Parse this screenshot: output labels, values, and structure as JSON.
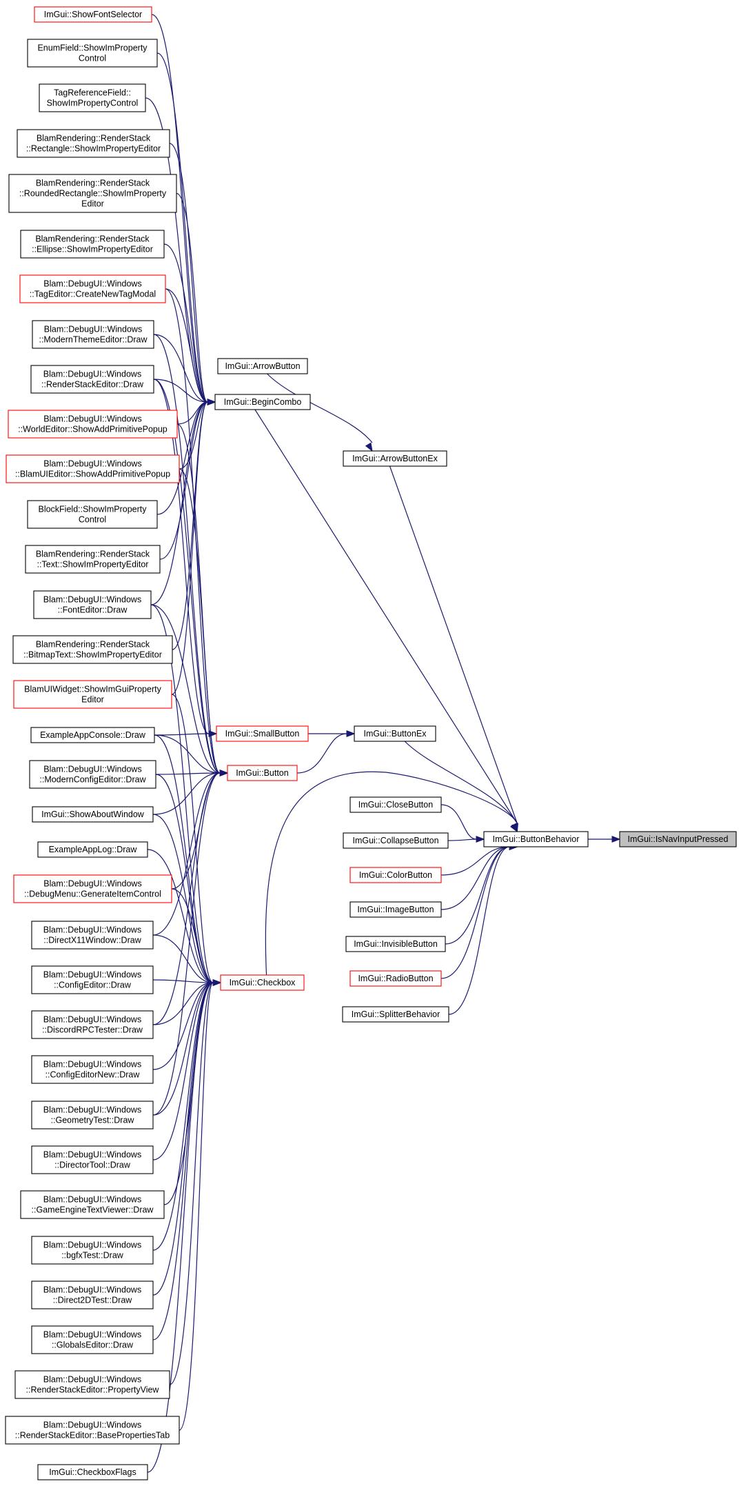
{
  "nodes": [
    {
      "id": "show_font_selector",
      "lines": [
        "ImGui::ShowFontSelector"
      ],
      "red": true
    },
    {
      "id": "enum_field",
      "lines": [
        "EnumField::ShowImProperty",
        "Control"
      ]
    },
    {
      "id": "tag_reference_field",
      "lines": [
        "TagReferenceField::",
        "ShowImPropertyControl"
      ]
    },
    {
      "id": "rectangle_editor",
      "lines": [
        "BlamRendering::RenderStack",
        "::Rectangle::ShowImPropertyEditor"
      ]
    },
    {
      "id": "rounded_rectangle_editor",
      "lines": [
        "BlamRendering::RenderStack",
        "::RoundedRectangle::ShowImProperty",
        "Editor"
      ]
    },
    {
      "id": "ellipse_editor",
      "lines": [
        "BlamRendering::RenderStack",
        "::Ellipse::ShowImPropertyEditor"
      ]
    },
    {
      "id": "create_new_tag_modal",
      "lines": [
        "Blam::DebugUI::Windows",
        "::TagEditor::CreateNewTagModal"
      ],
      "red": true
    },
    {
      "id": "modern_theme_editor",
      "lines": [
        "Blam::DebugUI::Windows",
        "::ModernThemeEditor::Draw"
      ]
    },
    {
      "id": "render_stack_editor_draw",
      "lines": [
        "Blam::DebugUI::Windows",
        "::RenderStackEditor::Draw"
      ]
    },
    {
      "id": "world_editor_popup",
      "lines": [
        "Blam::DebugUI::Windows",
        "::WorldEditor::ShowAddPrimitivePopup"
      ],
      "red": true
    },
    {
      "id": "blamui_editor_popup",
      "lines": [
        "Blam::DebugUI::Windows",
        "::BlamUIEditor::ShowAddPrimitivePopup"
      ],
      "red": true
    },
    {
      "id": "block_field",
      "lines": [
        "BlockField::ShowImProperty",
        "Control"
      ]
    },
    {
      "id": "text_editor",
      "lines": [
        "BlamRendering::RenderStack",
        "::Text::ShowImPropertyEditor"
      ]
    },
    {
      "id": "font_editor",
      "lines": [
        "Blam::DebugUI::Windows",
        "::FontEditor::Draw"
      ]
    },
    {
      "id": "bitmap_text_editor",
      "lines": [
        "BlamRendering::RenderStack",
        "::BitmapText::ShowImPropertyEditor"
      ]
    },
    {
      "id": "blamui_widget",
      "lines": [
        "BlamUIWidget::ShowImGuiProperty",
        "Editor"
      ],
      "red": true
    },
    {
      "id": "example_app_console",
      "lines": [
        "ExampleAppConsole::Draw"
      ]
    },
    {
      "id": "modern_config_editor",
      "lines": [
        "Blam::DebugUI::Windows",
        "::ModernConfigEditor::Draw"
      ]
    },
    {
      "id": "show_about_window",
      "lines": [
        "ImGui::ShowAboutWindow"
      ]
    },
    {
      "id": "example_app_log",
      "lines": [
        "ExampleAppLog::Draw"
      ]
    },
    {
      "id": "debug_menu",
      "lines": [
        "Blam::DebugUI::Windows",
        "::DebugMenu::GenerateItemControl"
      ],
      "red": true
    },
    {
      "id": "directx11_window",
      "lines": [
        "Blam::DebugUI::Windows",
        "::DirectX11Window::Draw"
      ]
    },
    {
      "id": "config_editor",
      "lines": [
        "Blam::DebugUI::Windows",
        "::ConfigEditor::Draw"
      ]
    },
    {
      "id": "discord_rpc_tester",
      "lines": [
        "Blam::DebugUI::Windows",
        "::DiscordRPCTester::Draw"
      ]
    },
    {
      "id": "config_editor_new",
      "lines": [
        "Blam::DebugUI::Windows",
        "::ConfigEditorNew::Draw"
      ]
    },
    {
      "id": "geometry_test",
      "lines": [
        "Blam::DebugUI::Windows",
        "::GeometryTest::Draw"
      ]
    },
    {
      "id": "director_tool",
      "lines": [
        "Blam::DebugUI::Windows",
        "::DirectorTool::Draw"
      ]
    },
    {
      "id": "game_engine_text_viewer",
      "lines": [
        "Blam::DebugUI::Windows",
        "::GameEngineTextViewer::Draw"
      ]
    },
    {
      "id": "bgfx_test",
      "lines": [
        "Blam::DebugUI::Windows",
        "::bgfxTest::Draw"
      ]
    },
    {
      "id": "direct2d_test",
      "lines": [
        "Blam::DebugUI::Windows",
        "::Direct2DTest::Draw"
      ]
    },
    {
      "id": "globals_editor",
      "lines": [
        "Blam::DebugUI::Windows",
        "::GlobalsEditor::Draw"
      ]
    },
    {
      "id": "property_view",
      "lines": [
        "Blam::DebugUI::Windows",
        "::RenderStackEditor::PropertyView"
      ]
    },
    {
      "id": "base_properties_tab",
      "lines": [
        "Blam::DebugUI::Windows",
        "::RenderStackEditor::BasePropertiesTab"
      ]
    },
    {
      "id": "checkbox_flags",
      "lines": [
        "ImGui::CheckboxFlags"
      ]
    },
    {
      "id": "arrow_button",
      "lines": [
        "ImGui::ArrowButton"
      ]
    },
    {
      "id": "begin_combo",
      "lines": [
        "ImGui::BeginCombo"
      ]
    },
    {
      "id": "small_button",
      "lines": [
        "ImGui::SmallButton"
      ],
      "red": true
    },
    {
      "id": "button",
      "lines": [
        "ImGui::Button"
      ],
      "red": true
    },
    {
      "id": "checkbox",
      "lines": [
        "ImGui::Checkbox"
      ],
      "red": true
    },
    {
      "id": "arrow_button_ex",
      "lines": [
        "ImGui::ArrowButtonEx"
      ]
    },
    {
      "id": "button_ex",
      "lines": [
        "ImGui::ButtonEx"
      ]
    },
    {
      "id": "close_button",
      "lines": [
        "ImGui::CloseButton"
      ]
    },
    {
      "id": "collapse_button",
      "lines": [
        "ImGui::CollapseButton"
      ]
    },
    {
      "id": "color_button",
      "lines": [
        "ImGui::ColorButton"
      ],
      "red": true
    },
    {
      "id": "image_button",
      "lines": [
        "ImGui::ImageButton"
      ]
    },
    {
      "id": "invisible_button",
      "lines": [
        "ImGui::InvisibleButton"
      ]
    },
    {
      "id": "radio_button",
      "lines": [
        "ImGui::RadioButton"
      ],
      "red": true
    },
    {
      "id": "splitter_behavior",
      "lines": [
        "ImGui::SplitterBehavior"
      ]
    },
    {
      "id": "button_behavior",
      "lines": [
        "ImGui::ButtonBehavior"
      ]
    },
    {
      "id": "is_nav_input_pressed",
      "lines": [
        "ImGui::IsNavInputPressed"
      ],
      "highlight": true
    }
  ],
  "edges": [
    [
      "show_font_selector",
      "begin_combo"
    ],
    [
      "enum_field",
      "begin_combo"
    ],
    [
      "tag_reference_field",
      "begin_combo"
    ],
    [
      "rectangle_editor",
      "begin_combo"
    ],
    [
      "rounded_rectangle_editor",
      "begin_combo"
    ],
    [
      "ellipse_editor",
      "begin_combo"
    ],
    [
      "create_new_tag_modal",
      "begin_combo"
    ],
    [
      "modern_theme_editor",
      "begin_combo"
    ],
    [
      "render_stack_editor_draw",
      "begin_combo"
    ],
    [
      "world_editor_popup",
      "begin_combo"
    ],
    [
      "blamui_editor_popup",
      "begin_combo"
    ],
    [
      "block_field",
      "begin_combo"
    ],
    [
      "text_editor",
      "begin_combo"
    ],
    [
      "font_editor",
      "begin_combo"
    ],
    [
      "bitmap_text_editor",
      "begin_combo"
    ],
    [
      "blamui_widget",
      "begin_combo"
    ],
    [
      "create_new_tag_modal",
      "button"
    ],
    [
      "modern_theme_editor",
      "button"
    ],
    [
      "render_stack_editor_draw",
      "button"
    ],
    [
      "world_editor_popup",
      "button"
    ],
    [
      "blamui_editor_popup",
      "button"
    ],
    [
      "font_editor",
      "button"
    ],
    [
      "example_app_console",
      "button"
    ],
    [
      "modern_config_editor",
      "button"
    ],
    [
      "show_about_window",
      "button"
    ],
    [
      "debug_menu",
      "button"
    ],
    [
      "directx11_window",
      "button"
    ],
    [
      "discord_rpc_tester",
      "button"
    ],
    [
      "geometry_test",
      "button"
    ],
    [
      "render_stack_editor_draw",
      "small_button"
    ],
    [
      "example_app_console",
      "small_button"
    ],
    [
      "font_editor",
      "checkbox"
    ],
    [
      "blamui_widget",
      "checkbox"
    ],
    [
      "example_app_console",
      "checkbox"
    ],
    [
      "modern_config_editor",
      "checkbox"
    ],
    [
      "show_about_window",
      "checkbox"
    ],
    [
      "example_app_log",
      "checkbox"
    ],
    [
      "debug_menu",
      "checkbox"
    ],
    [
      "directx11_window",
      "checkbox"
    ],
    [
      "config_editor",
      "checkbox"
    ],
    [
      "discord_rpc_tester",
      "checkbox"
    ],
    [
      "config_editor_new",
      "checkbox"
    ],
    [
      "geometry_test",
      "checkbox"
    ],
    [
      "director_tool",
      "checkbox"
    ],
    [
      "game_engine_text_viewer",
      "checkbox"
    ],
    [
      "bgfx_test",
      "checkbox"
    ],
    [
      "direct2d_test",
      "checkbox"
    ],
    [
      "globals_editor",
      "checkbox"
    ],
    [
      "property_view",
      "checkbox"
    ],
    [
      "base_properties_tab",
      "checkbox"
    ],
    [
      "checkbox_flags",
      "checkbox"
    ],
    [
      "arrow_button",
      "arrow_button_ex"
    ],
    [
      "begin_combo",
      "button_behavior"
    ],
    [
      "arrow_button_ex",
      "button_behavior"
    ],
    [
      "small_button",
      "button_ex"
    ],
    [
      "button",
      "button_ex"
    ],
    [
      "button_ex",
      "button_behavior"
    ],
    [
      "checkbox",
      "button_behavior"
    ],
    [
      "close_button",
      "button_behavior"
    ],
    [
      "collapse_button",
      "button_behavior"
    ],
    [
      "color_button",
      "button_behavior"
    ],
    [
      "image_button",
      "button_behavior"
    ],
    [
      "invisible_button",
      "button_behavior"
    ],
    [
      "radio_button",
      "button_behavior"
    ],
    [
      "splitter_behavior",
      "button_behavior"
    ],
    [
      "button_behavior",
      "is_nav_input_pressed"
    ]
  ]
}
